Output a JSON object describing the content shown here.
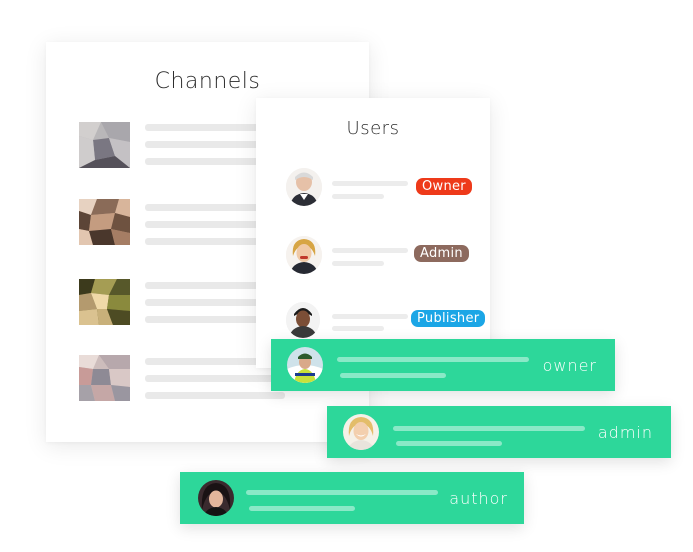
{
  "channels": {
    "title": "Channels",
    "thumbnail_icons": [
      "channel-thumbnail-1",
      "channel-thumbnail-2",
      "channel-thumbnail-3",
      "channel-thumbnail-4"
    ]
  },
  "users": {
    "title": "Users",
    "rows": [
      {
        "badge": "Owner",
        "badge_color": "#ee3a1a"
      },
      {
        "badge": "Admin",
        "badge_color": "#8d6a5e"
      },
      {
        "badge": "Publisher",
        "badge_color": "#1ba6e6"
      }
    ]
  },
  "roles": [
    {
      "label": "owner"
    },
    {
      "label": "admin"
    },
    {
      "label": "author"
    }
  ],
  "colors": {
    "role_bar": "#2dd79a",
    "placeholder_bar": "#e9e9e9"
  }
}
